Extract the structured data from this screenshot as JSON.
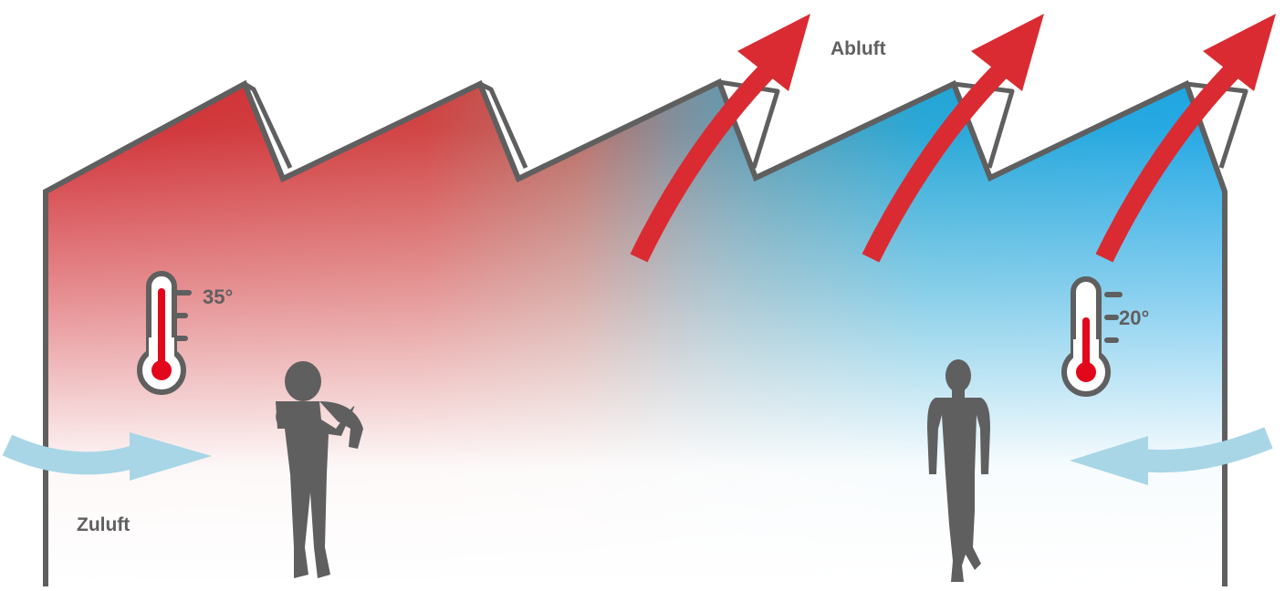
{
  "labels": {
    "exhaust": "Abluft",
    "supply": "Zuluft"
  },
  "thermometers": [
    {
      "id": "left",
      "reading": "35°",
      "level": 0.85,
      "fill_color": "#e2071b"
    },
    {
      "id": "right",
      "reading": "20°",
      "level": 0.55,
      "fill_color": "#e2071b"
    }
  ],
  "colors": {
    "warm": "#cc1820",
    "cool": "#0ea0e6",
    "outline": "#5f5f5f",
    "exhaust_arrow": "#da2b32",
    "supply_arrow": "#a8d6e6",
    "silhouette": "#5f5f5f"
  }
}
